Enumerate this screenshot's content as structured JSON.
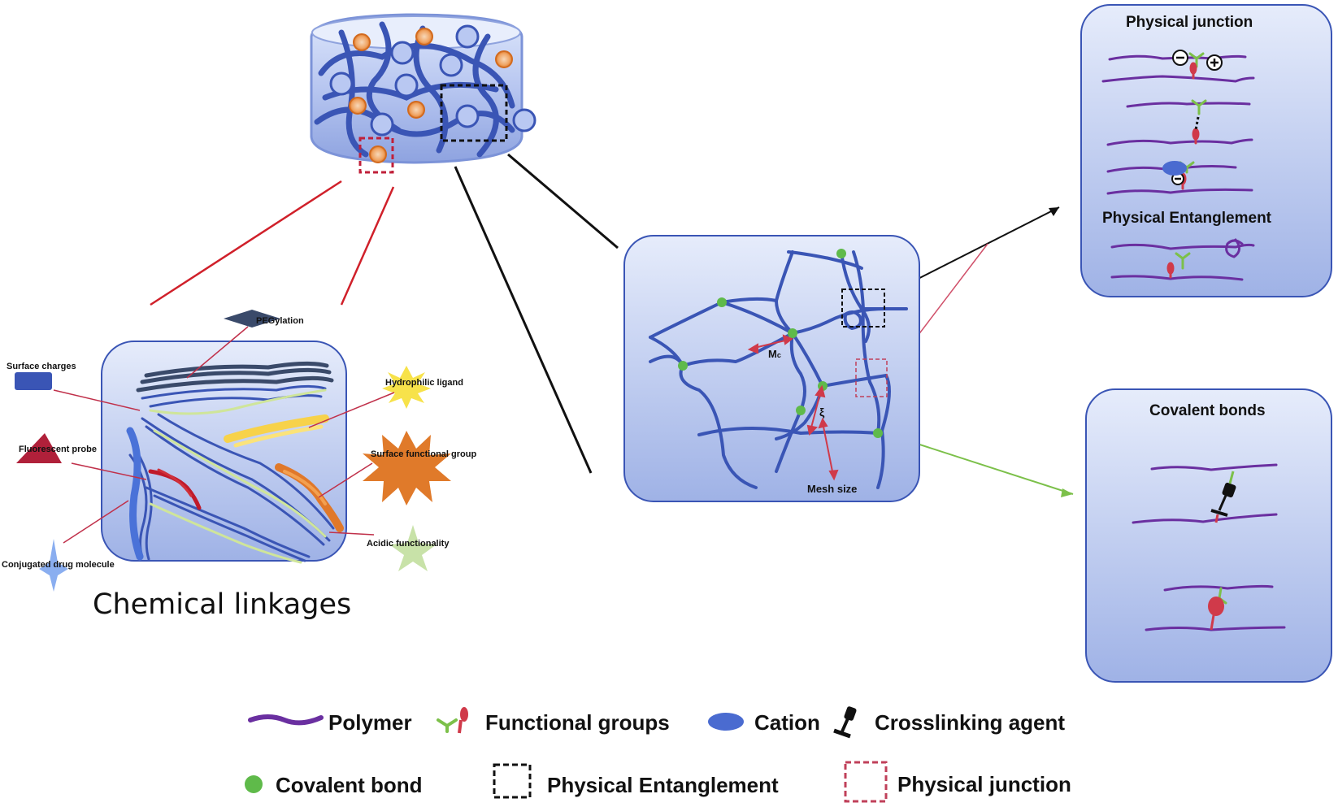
{
  "labels": {
    "pegylation": "PEGylation",
    "surface_charges": "Surface charges",
    "hydrophilic_ligand": "Hydrophilic ligand",
    "fluorescent_probe": "Fluorescent probe",
    "surface_functional_group": "Surface functional group",
    "acidic_functionality": "Acidic functionality",
    "conjugated_drug_molecule": "Conjugated drug molecule",
    "chemical_linkages": "Chemical linkages",
    "mc": "M",
    "mc_sub": "c",
    "xi": "ξ",
    "mesh_size": "Mesh size"
  },
  "panels": {
    "physical_junction_title": "Physical junction",
    "physical_entanglement_title": "Physical Entanglement",
    "covalent_bonds_title": "Covalent bonds"
  },
  "legend": {
    "polymer": "Polymer",
    "functional_groups": "Functional groups",
    "cation": "Cation",
    "crosslinking_agent": "Crosslinking agent",
    "covalent_bond": "Covalent bond",
    "physical_entanglement": "Physical Entanglement",
    "physical_junction": "Physical junction"
  },
  "colors": {
    "polymer": "#6a2fa0",
    "network": "#3a55b5",
    "functional_green": "#7cc04a",
    "functional_red": "#d03a4a",
    "cation": "#4a6bd0",
    "node": "#5fba4a",
    "junction_box": "#c0203a"
  }
}
